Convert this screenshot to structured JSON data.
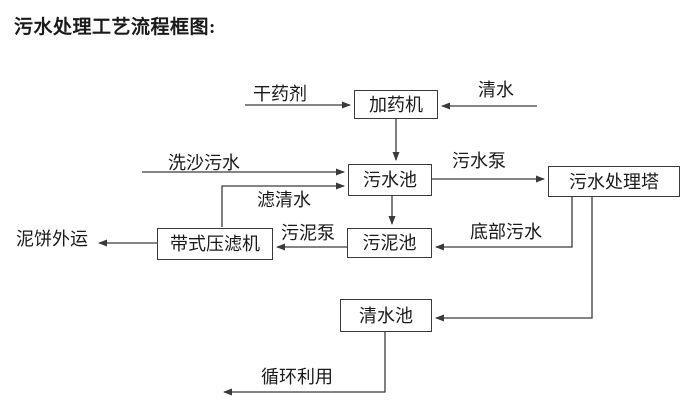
{
  "title": "污水处理工艺流程框图:",
  "nodes": {
    "dosing_machine": "加药机",
    "sewage_pool": "污水池",
    "treatment_tower": "污水处理塔",
    "belt_filter_press": "带式压滤机",
    "sludge_pool": "污泥池",
    "clean_water_pool": "清水池"
  },
  "flow_labels": {
    "dry_chemical": "干药剂",
    "clean_water": "清水",
    "sand_washing_sewage": "洗沙污水",
    "filtered_water": "滤清水",
    "sewage_pump": "污水泵",
    "sludge_pump": "污泥泵",
    "mud_cake_out": "泥饼外运",
    "bottom_sewage": "底部污水",
    "recycle_use": "循环利用"
  },
  "colors": {
    "line": "#3a3a3a",
    "text": "#1a1a1a",
    "background": "#ffffff"
  }
}
